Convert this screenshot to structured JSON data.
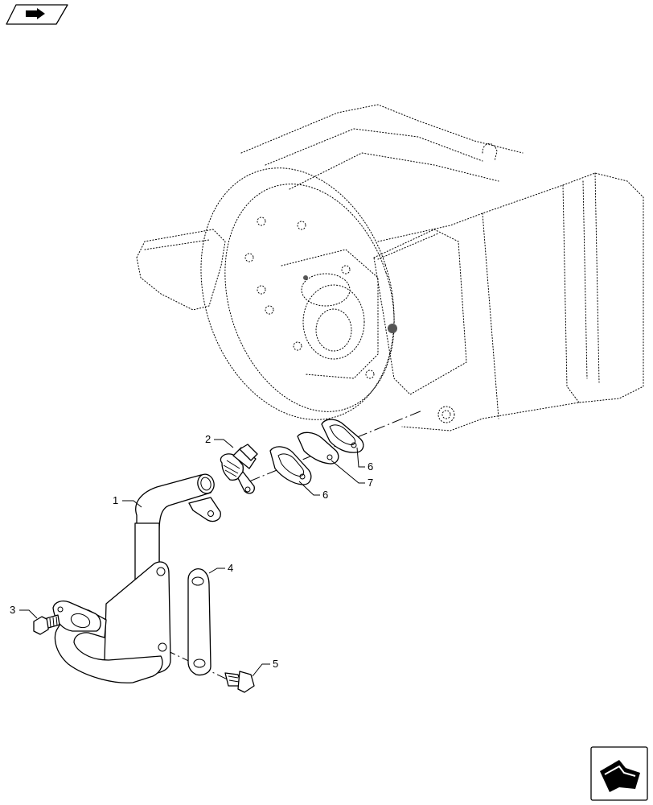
{
  "icons": {
    "top_left": "book-arrow-icon",
    "bottom_right": "next-page-arrow-icon"
  },
  "callouts": {
    "c1": "1",
    "c2": "2",
    "c3": "3",
    "c4": "4",
    "c5": "5",
    "c6a": "6",
    "c6b": "6",
    "c7": "7"
  }
}
